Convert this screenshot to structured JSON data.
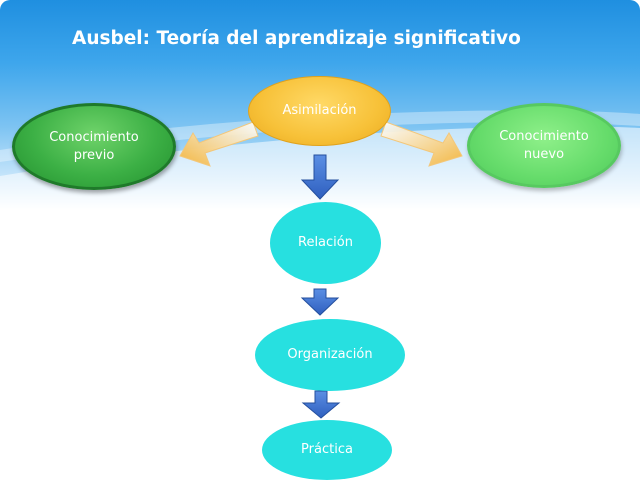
{
  "slide": {
    "title": "Ausbel: Teoría del aprendizaje significativo"
  },
  "nodes": {
    "assimilation": "Asimilación",
    "prior_knowledge": {
      "line1": "Conocimiento",
      "line2": "previo"
    },
    "new_knowledge": {
      "line1": "Conocimiento",
      "line2": "nuevo"
    },
    "relation": "Relación",
    "organization": "Organización",
    "practice": "Práctica"
  },
  "colors": {
    "header_blue": "#1f8fe0",
    "assimilation_orange": "#f7c138",
    "prior_green": "#3cb045",
    "new_green": "#66dc6b",
    "step_cyan": "#27e0e0",
    "arrow_blue": "#3a6fd0"
  },
  "icons": {
    "down_arrow": "down-arrow-icon",
    "side_arrow": "diagonal-arrow-icon"
  }
}
